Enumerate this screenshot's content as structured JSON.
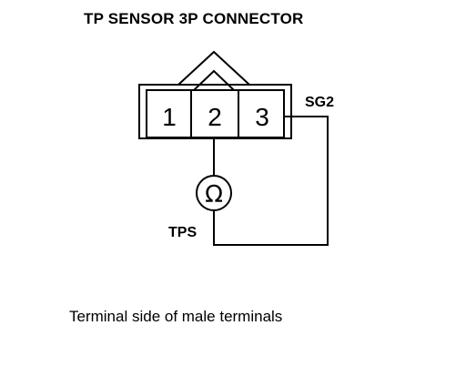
{
  "title": "TP SENSOR 3P CONNECTOR",
  "caption": "Terminal side of male terminals",
  "connector": {
    "pins": [
      "1",
      "2",
      "3"
    ]
  },
  "labels": {
    "sg2": "SG2",
    "tps": "TPS",
    "ohmmeter_symbol": "Ω"
  },
  "colors": {
    "line": "#000000",
    "background": "#ffffff"
  }
}
